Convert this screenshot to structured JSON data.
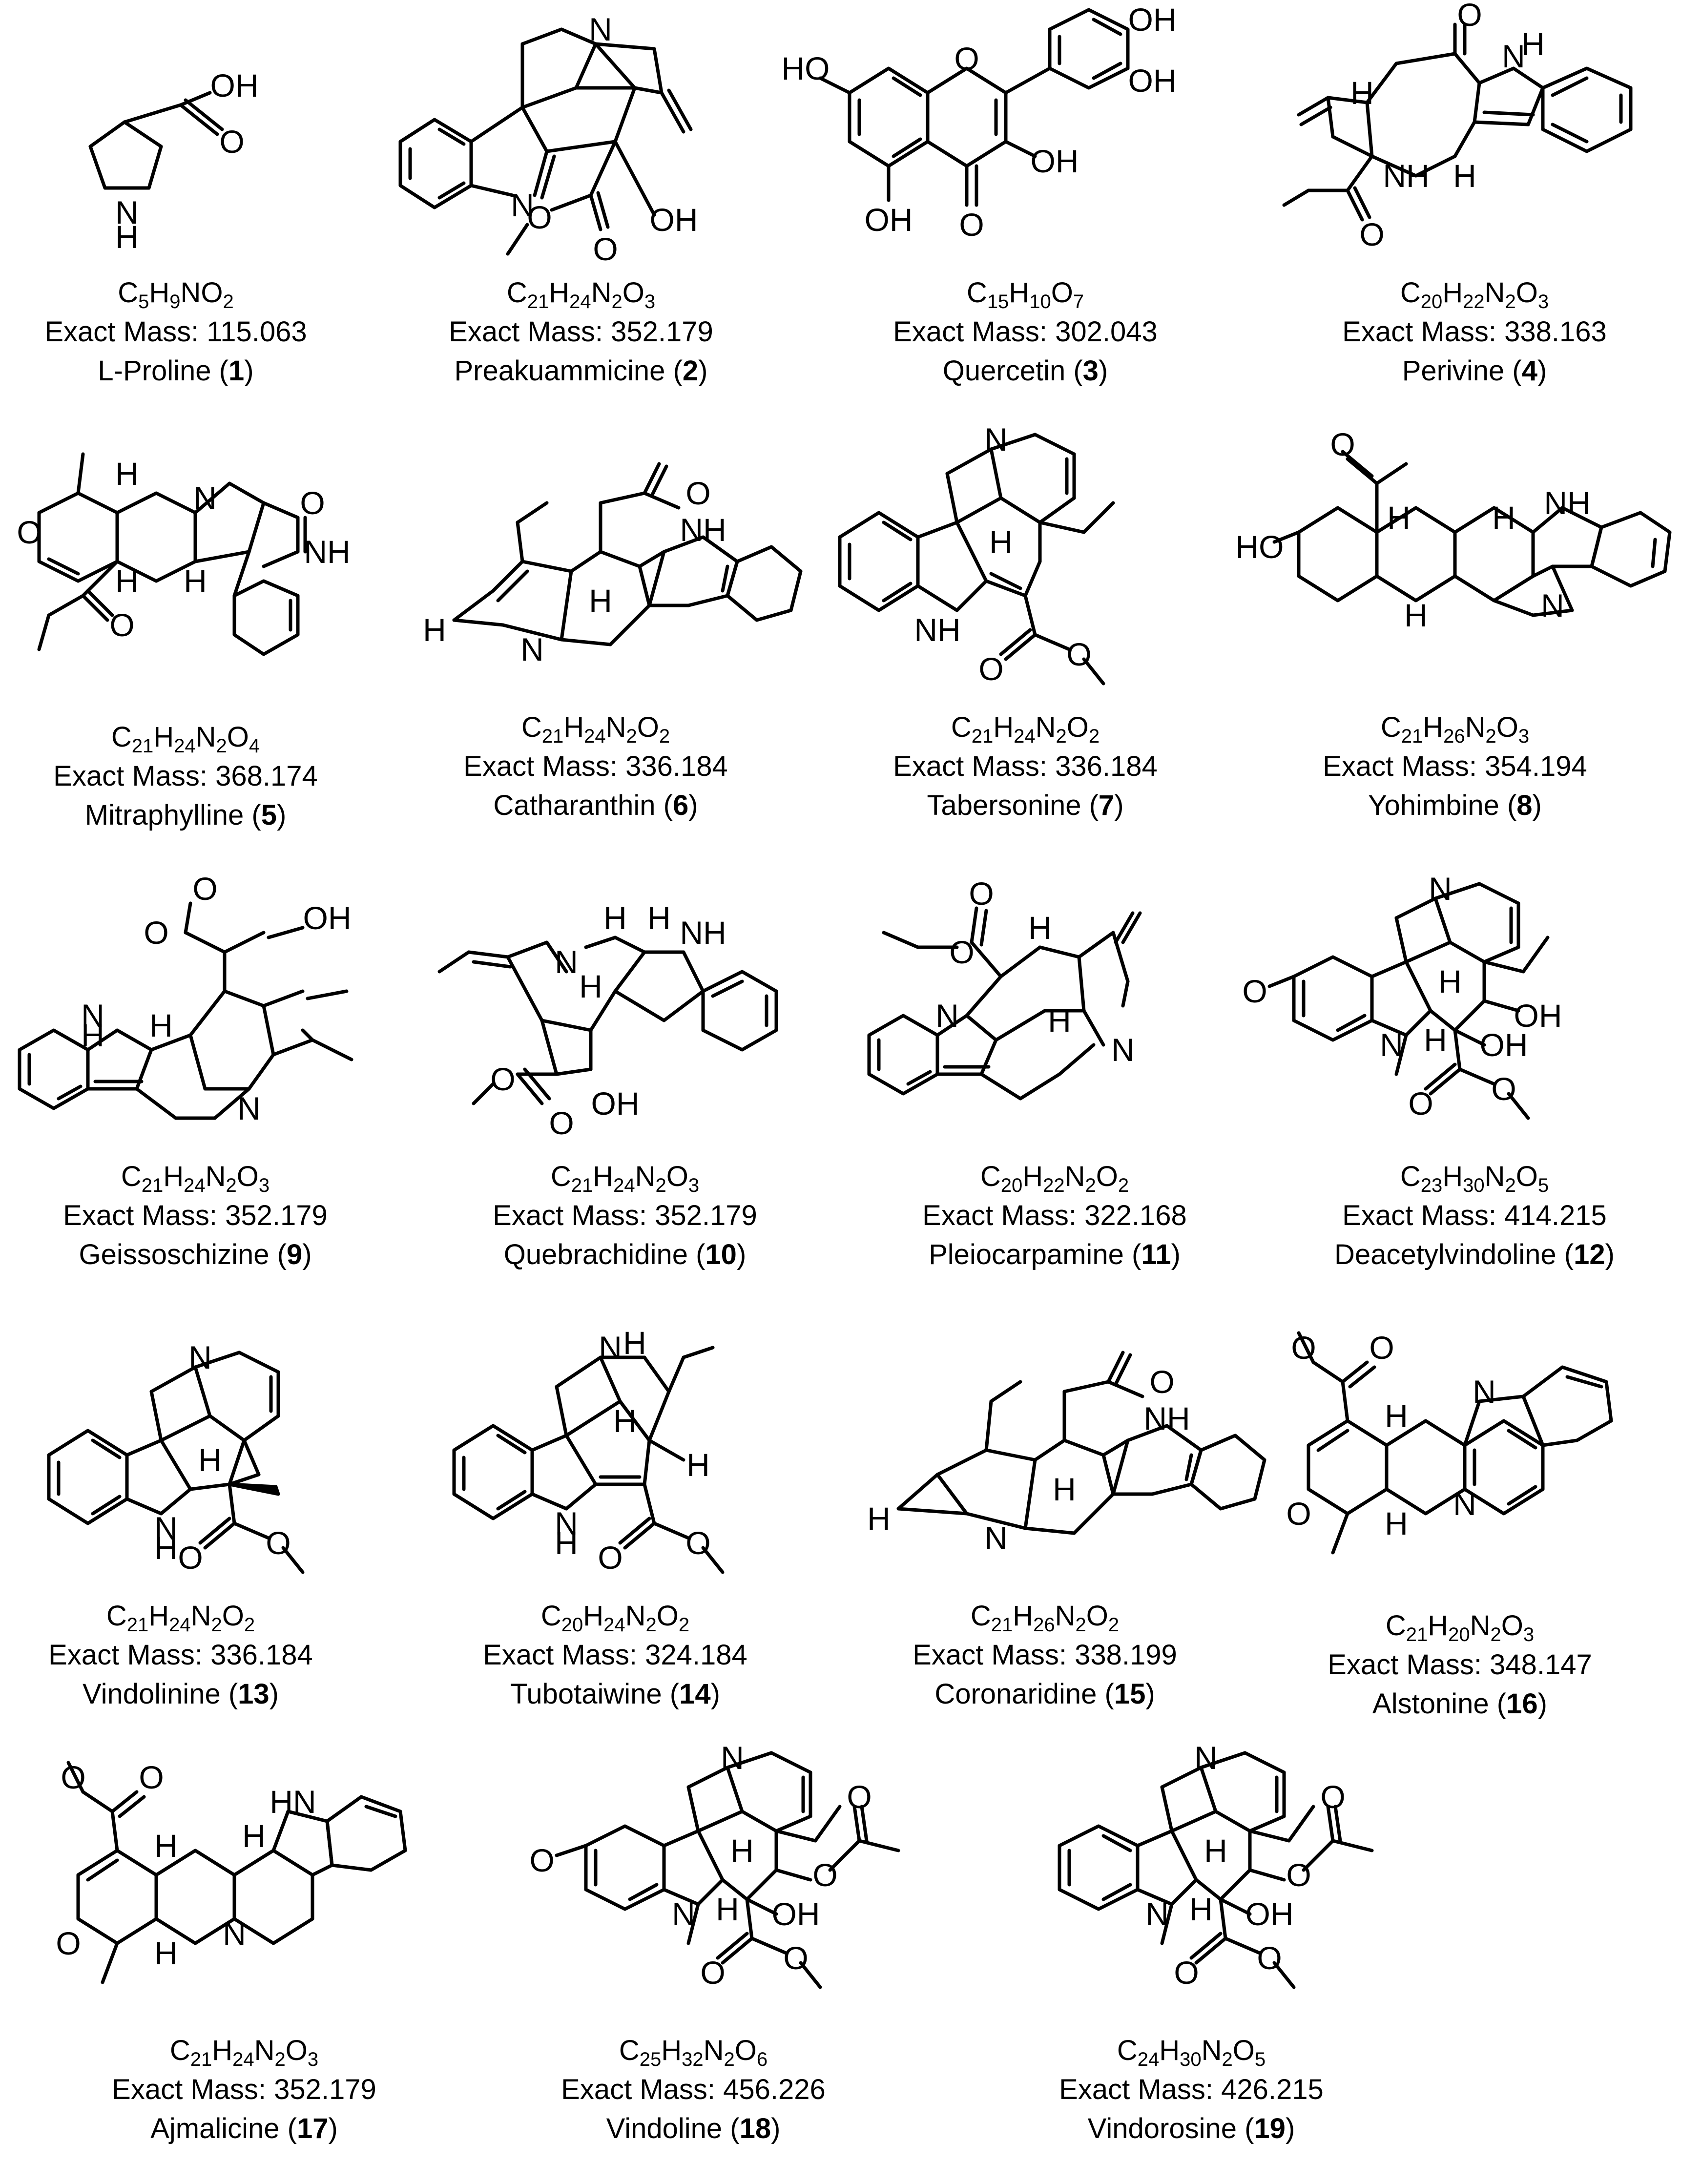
{
  "compounds": [
    {
      "formula": [
        [
          "C",
          "5"
        ],
        [
          "H",
          "9"
        ],
        [
          "N",
          ""
        ],
        [
          "O",
          "2"
        ]
      ],
      "mass_label": "Exact Mass: 115.063",
      "name": "L-Proline",
      "number": "1"
    },
    {
      "formula": [
        [
          "C",
          "21"
        ],
        [
          "H",
          "24"
        ],
        [
          "N",
          "2"
        ],
        [
          "O",
          "3"
        ]
      ],
      "mass_label": "Exact Mass: 352.179",
      "name": "Preakuammicine",
      "number": "2"
    },
    {
      "formula": [
        [
          "C",
          "15"
        ],
        [
          "H",
          "10"
        ],
        [
          "O",
          "7"
        ]
      ],
      "mass_label": "Exact Mass: 302.043",
      "name": "Quercetin",
      "number": "3"
    },
    {
      "formula": [
        [
          "C",
          "20"
        ],
        [
          "H",
          "22"
        ],
        [
          "N",
          "2"
        ],
        [
          "O",
          "3"
        ]
      ],
      "mass_label": "Exact Mass: 338.163",
      "name": "Perivine",
      "number": "4"
    },
    {
      "formula": [
        [
          "C",
          "21"
        ],
        [
          "H",
          "24"
        ],
        [
          "N",
          "2"
        ],
        [
          "O",
          "4"
        ]
      ],
      "mass_label": "Exact Mass: 368.174",
      "name": "Mitraphylline",
      "number": "5"
    },
    {
      "formula": [
        [
          "C",
          "21"
        ],
        [
          "H",
          "24"
        ],
        [
          "N",
          "2"
        ],
        [
          "O",
          "2"
        ]
      ],
      "mass_label": "Exact Mass: 336.184",
      "name": "Catharanthin",
      "number": "6"
    },
    {
      "formula": [
        [
          "C",
          "21"
        ],
        [
          "H",
          "24"
        ],
        [
          "N",
          "2"
        ],
        [
          "O",
          "2"
        ]
      ],
      "mass_label": "Exact Mass: 336.184",
      "name": "Tabersonine",
      "number": "7"
    },
    {
      "formula": [
        [
          "C",
          "21"
        ],
        [
          "H",
          "26"
        ],
        [
          "N",
          "2"
        ],
        [
          "O",
          "3"
        ]
      ],
      "mass_label": "Exact Mass: 354.194",
      "name": "Yohimbine",
      "number": "8"
    },
    {
      "formula": [
        [
          "C",
          "21"
        ],
        [
          "H",
          "24"
        ],
        [
          "N",
          "2"
        ],
        [
          "O",
          "3"
        ]
      ],
      "mass_label": "Exact Mass: 352.179",
      "name": "Geissoschizine",
      "number": "9"
    },
    {
      "formula": [
        [
          "C",
          "21"
        ],
        [
          "H",
          "24"
        ],
        [
          "N",
          "2"
        ],
        [
          "O",
          "3"
        ]
      ],
      "mass_label": "Exact Mass: 352.179",
      "name": "Quebrachidine",
      "number": "10"
    },
    {
      "formula": [
        [
          "C",
          "20"
        ],
        [
          "H",
          "22"
        ],
        [
          "N",
          "2"
        ],
        [
          "O",
          "2"
        ]
      ],
      "mass_label": "Exact Mass: 322.168",
      "name": "Pleiocarpamine",
      "number": "11"
    },
    {
      "formula": [
        [
          "C",
          "23"
        ],
        [
          "H",
          "30"
        ],
        [
          "N",
          "2"
        ],
        [
          "O",
          "5"
        ]
      ],
      "mass_label": "Exact Mass: 414.215",
      "name": "Deacetylvindoline",
      "number": "12"
    },
    {
      "formula": [
        [
          "C",
          "21"
        ],
        [
          "H",
          "24"
        ],
        [
          "N",
          "2"
        ],
        [
          "O",
          "2"
        ]
      ],
      "mass_label": "Exact Mass: 336.184",
      "name": "Vindolinine",
      "number": "13"
    },
    {
      "formula": [
        [
          "C",
          "20"
        ],
        [
          "H",
          "24"
        ],
        [
          "N",
          "2"
        ],
        [
          "O",
          "2"
        ]
      ],
      "mass_label": "Exact Mass: 324.184",
      "name": "Tubotaiwine",
      "number": "14"
    },
    {
      "formula": [
        [
          "C",
          "21"
        ],
        [
          "H",
          "26"
        ],
        [
          "N",
          "2"
        ],
        [
          "O",
          "2"
        ]
      ],
      "mass_label": "Exact Mass: 338.199",
      "name": "Coronaridine",
      "number": "15"
    },
    {
      "formula": [
        [
          "C",
          "21"
        ],
        [
          "H",
          "20"
        ],
        [
          "N",
          "2"
        ],
        [
          "O",
          "3"
        ]
      ],
      "mass_label": "Exact Mass: 348.147",
      "name": "Alstonine",
      "number": "16"
    },
    {
      "formula": [
        [
          "C",
          "21"
        ],
        [
          "H",
          "24"
        ],
        [
          "N",
          "2"
        ],
        [
          "O",
          "3"
        ]
      ],
      "mass_label": "Exact Mass: 352.179",
      "name": "Ajmalicine",
      "number": "17"
    },
    {
      "formula": [
        [
          "C",
          "25"
        ],
        [
          "H",
          "32"
        ],
        [
          "N",
          "2"
        ],
        [
          "O",
          "6"
        ]
      ],
      "mass_label": "Exact Mass: 456.226",
      "name": "Vindoline",
      "number": "18"
    },
    {
      "formula": [
        [
          "C",
          "24"
        ],
        [
          "H",
          "30"
        ],
        [
          "N",
          "2"
        ],
        [
          "O",
          "5"
        ]
      ],
      "mass_label": "Exact Mass: 426.215",
      "name": "Vindorosine",
      "number": "19"
    }
  ]
}
